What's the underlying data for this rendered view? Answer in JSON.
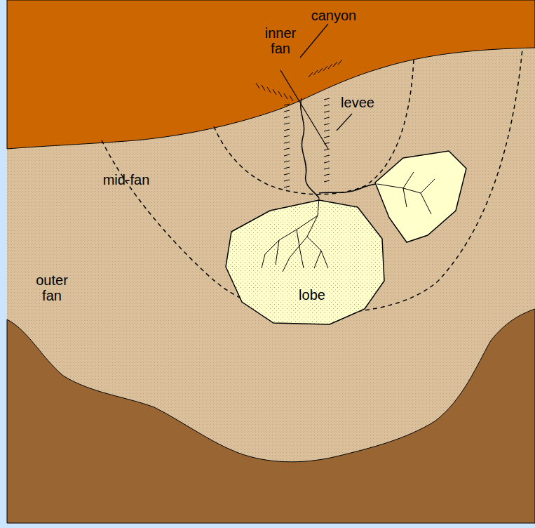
{
  "diagram": {
    "nodes": [
      {
        "text": [
          "lobe"
        ]
      }
    ],
    "labels": [
      "canyon",
      "inner fan",
      "levee",
      "mid-fan",
      "outer fan"
    ]
  }
}
